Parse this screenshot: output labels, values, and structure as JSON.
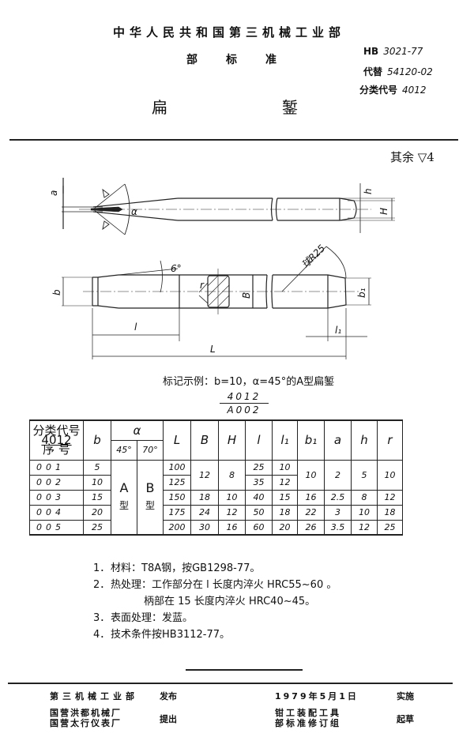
{
  "header": {
    "ministry": "中华人民共和国第三机械工业部",
    "standard_type": "部标准",
    "title_left": "扁",
    "title_right": "錾"
  },
  "codes": {
    "standard": {
      "label": "HB",
      "value": "3021-77"
    },
    "replaces": {
      "label": "代替",
      "value": "54120-02"
    },
    "classification": {
      "label": "分类代号",
      "value": "4012"
    }
  },
  "roughness_note": "其余 ▽4",
  "drawing": {
    "labels": {
      "a": "a",
      "alpha": "α",
      "h": "h",
      "H": "H",
      "b": "b",
      "angle_6": "6°",
      "r": "r",
      "B": "B",
      "sphere_r25": "球R25",
      "b1": "b₁",
      "l": "l",
      "l1": "l₁",
      "L": "L"
    }
  },
  "marking_example": {
    "text": "标记示例：b=10，α=45°的A型扁錾",
    "numerator": "4012",
    "denominator": "A002"
  },
  "table": {
    "header_category": "分类代号",
    "header_code": "4012",
    "header_seq": "序  号",
    "columns": [
      "b",
      "α",
      "L",
      "B",
      "H",
      "l",
      "l₁",
      "b₁",
      "a",
      "h",
      "r"
    ],
    "alpha_sub": [
      "45°",
      "70°"
    ],
    "type_a": {
      "letter": "A",
      "word": "型"
    },
    "type_b": {
      "letter": "B",
      "word": "型"
    },
    "rows": [
      {
        "seq": "001",
        "b": "5",
        "L": "100",
        "B": "12",
        "H": "8",
        "l": "25",
        "l1": "10",
        "b1": "10",
        "a": "2",
        "h": "5",
        "r": "10"
      },
      {
        "seq": "002",
        "b": "10",
        "L": "125",
        "B": "",
        "H": "",
        "l": "35",
        "l1": "12",
        "b1": "",
        "a": "",
        "h": "",
        "r": ""
      },
      {
        "seq": "003",
        "b": "15",
        "L": "150",
        "B": "18",
        "H": "10",
        "l": "40",
        "l1": "15",
        "b1": "16",
        "a": "2.5",
        "h": "8",
        "r": "12"
      },
      {
        "seq": "004",
        "b": "20",
        "L": "175",
        "B": "24",
        "H": "12",
        "l": "50",
        "l1": "18",
        "b1": "22",
        "a": "3",
        "h": "10",
        "r": "18"
      },
      {
        "seq": "005",
        "b": "25",
        "L": "200",
        "B": "30",
        "H": "16",
        "l": "60",
        "l1": "20",
        "b1": "26",
        "a": "3.5",
        "h": "12",
        "r": "25"
      }
    ]
  },
  "notes": [
    {
      "num": "1．",
      "text": "材料：T8A钢，按GB1298-77。"
    },
    {
      "num": "2．",
      "text": "热处理：工作部分在 l 长度内淬火 HRC55~60 。"
    },
    {
      "num": "",
      "text": "柄部在 15 长度内淬火 HRC40~45。"
    },
    {
      "num": "3．",
      "text": "表面处理：发蓝。"
    },
    {
      "num": "4．",
      "text": "技术条件按HB3112-77。"
    }
  ],
  "footer": {
    "publisher": "第三机械工业部",
    "publish_label": "发布",
    "date": "1979年5月1日",
    "implement_label": "实施",
    "proposers": [
      "国营洪都机械厂",
      "国营太行仪表厂"
    ],
    "propose_label": "提出",
    "drafters": [
      "钳工装配工具",
      "部标准修订组"
    ],
    "draft_label": "起草"
  }
}
